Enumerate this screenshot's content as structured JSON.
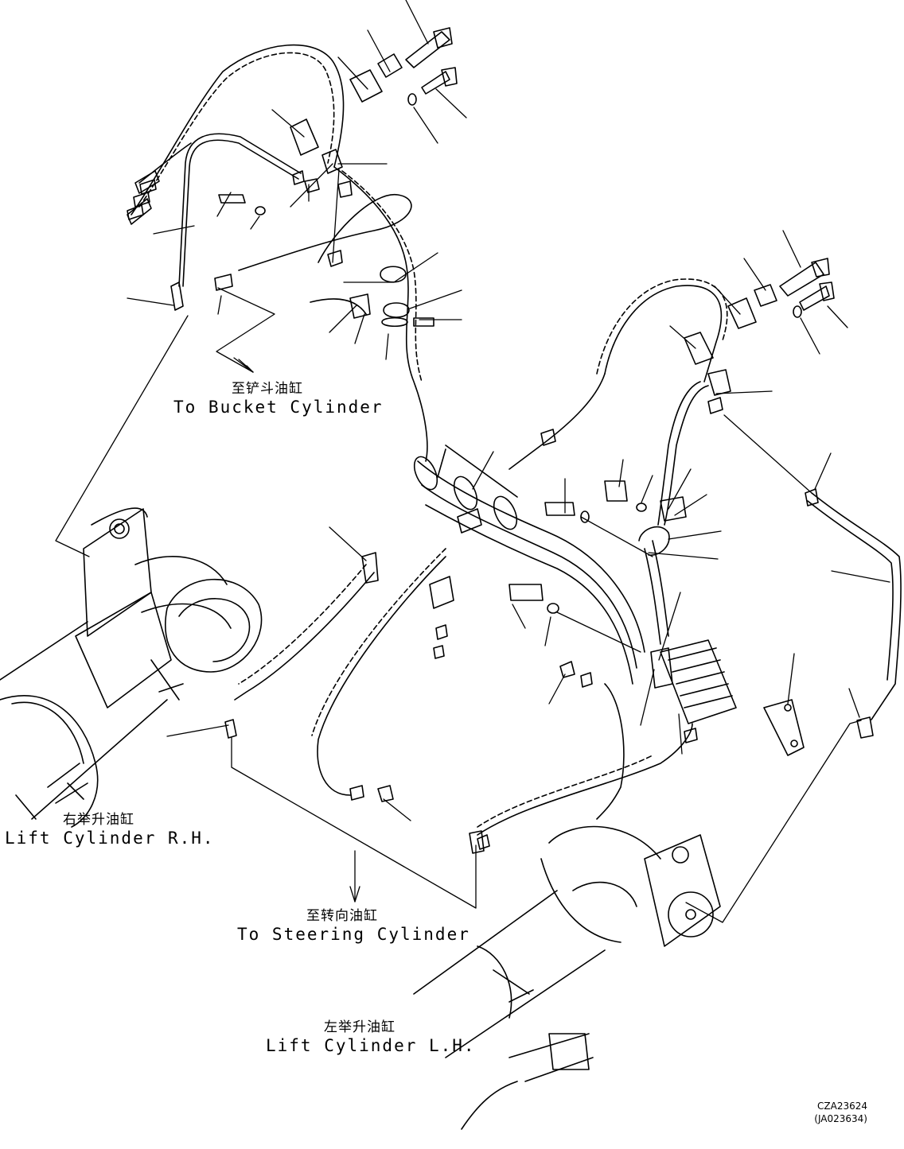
{
  "labels": {
    "bucket": {
      "zh": "至铲斗油缸",
      "en": "To Bucket Cylinder"
    },
    "lift_rh": {
      "zh": "右举升油缸",
      "en": "Lift Cylinder R.H."
    },
    "steering": {
      "zh": "至转向油缸",
      "en": "To Steering Cylinder"
    },
    "lift_lh": {
      "zh": "左举升油缸",
      "en": "Lift Cylinder L.H."
    }
  },
  "codes": {
    "primary": "CZA23624",
    "secondary": "(JA023634)"
  },
  "colors": {
    "ink": "#000000",
    "paper": "#ffffff"
  }
}
